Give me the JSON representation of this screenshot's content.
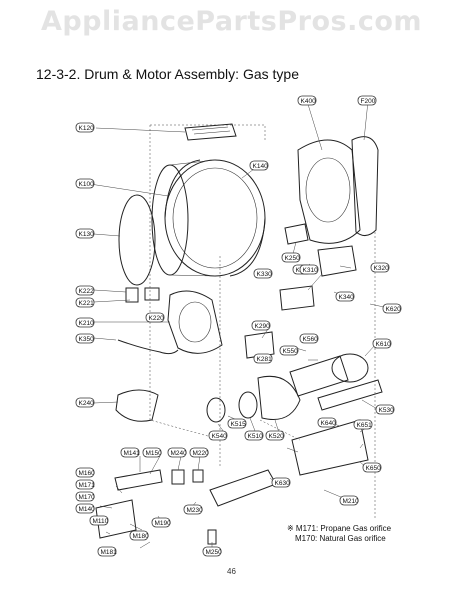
{
  "watermark": "AppliancePartsPros.com",
  "title": "12-3-2. Drum & Motor Assembly: Gas type",
  "note": {
    "line1": "※ M171: Propane Gas orifice",
    "line2": "M170: Natural Gas orifice"
  },
  "page_number": "46",
  "callouts": [
    "K400",
    "F200",
    "K120",
    "K140",
    "K100",
    "K130",
    "K250",
    "K251",
    "K310",
    "K320",
    "K330",
    "K222",
    "K221",
    "K220",
    "K340",
    "K620",
    "K210",
    "K290",
    "K350",
    "K281",
    "K550",
    "K560",
    "K610",
    "K240",
    "K530",
    "K515",
    "K540",
    "K510",
    "K520",
    "K640",
    "K651",
    "K650",
    "M141",
    "M150",
    "M240",
    "M220",
    "K630",
    "M160",
    "M171",
    "M170",
    "M140",
    "M110",
    "M230",
    "M210",
    "M180",
    "M190",
    "M181",
    "M250"
  ]
}
